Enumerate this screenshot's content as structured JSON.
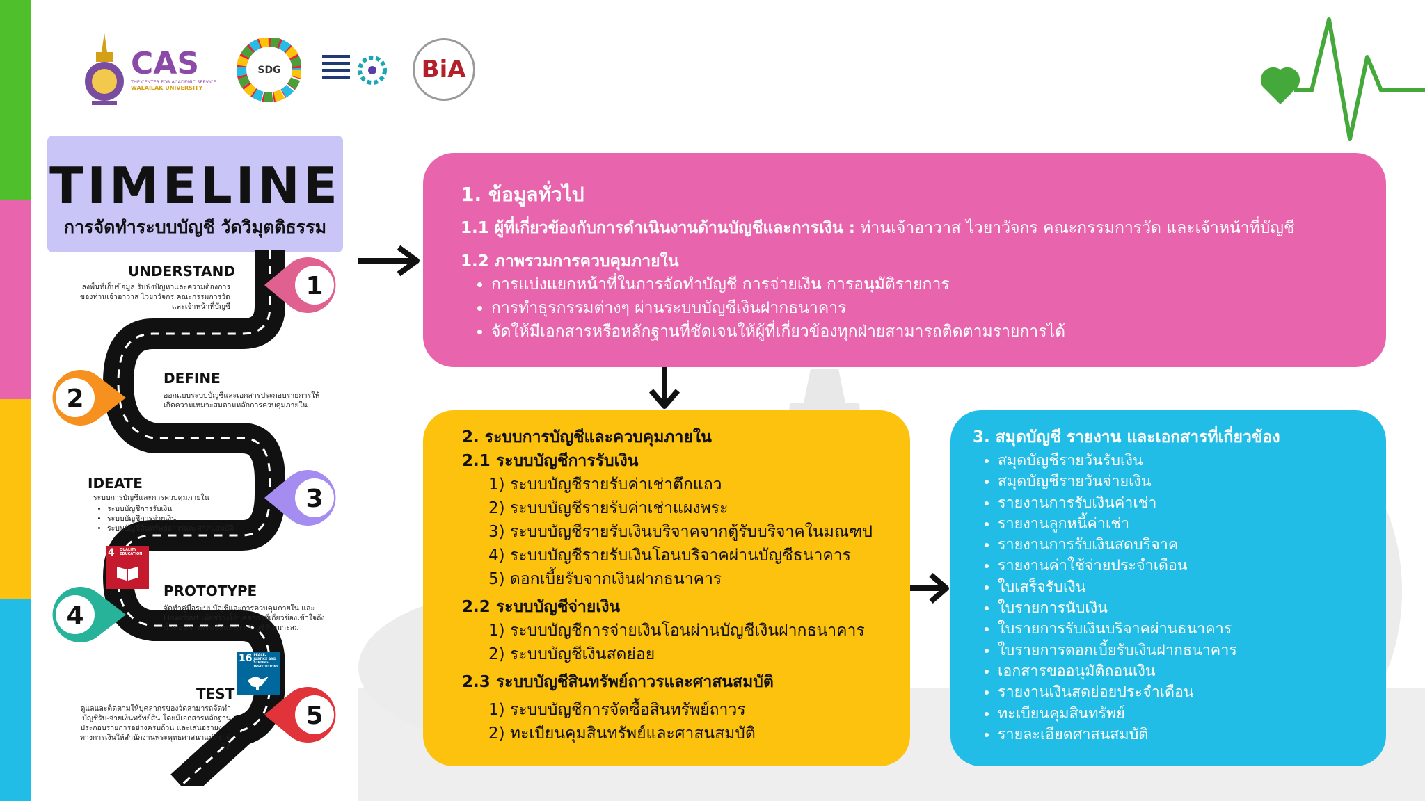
{
  "colors": {
    "stripe_green": "#4fbf2c",
    "stripe_pink": "#e865ae",
    "stripe_yellow": "#fdc20e",
    "stripe_blue": "#22bde7",
    "heartbeat_green": "#44a83a",
    "pin_1": "#e0608f",
    "pin_2": "#f6901e",
    "pin_3": "#a58cf0",
    "pin_4": "#27b39a",
    "pin_5": "#e0333a"
  },
  "logos": {
    "cas": "CAS",
    "cas_sub1": "THE CENTER FOR ACADEMIC SERVICE",
    "cas_sub2": "WALAILAK UNIVERSITY",
    "sdg": "SDG",
    "bia": "BiA"
  },
  "title_card": {
    "title": "TIMELINE",
    "subtitle": "การจัดทำระบบบัญชี วัดวิมุตติธรรม"
  },
  "steps": [
    {
      "number": "1",
      "title": "UNDERSTAND",
      "desc": "ลงพื้นที่เก็บข้อมูล รับฟังปัญหาและความต้องการของท่านเจ้าอาวาส ไวยาวัจกร คณะกรรมการวัด และเจ้าหน้าที่บัญชี"
    },
    {
      "number": "2",
      "title": "DEFINE",
      "desc": "ออกแบบระบบบัญชีและเอกสารประกอบรายการให้เกิดความเหมาะสมตามหลักการควบคุมภายใน"
    },
    {
      "number": "3",
      "title": "IDEATE",
      "desc": "ระบบการบัญชีและการควบคุมภายใน",
      "bullets": [
        "ระบบบัญชีการรับเงิน",
        "ระบบบัญชีการจ่ายเงิน",
        "ระบบบัญชีสินทรัพย์ถาวรและศาสนสมบัติ"
      ]
    },
    {
      "number": "4",
      "title": "PROTOTYPE",
      "desc": "จัดทำคู่มือระบบบัญชีและการควบคุมภายใน และ Flowchart เพื่อสร้างให้บุคลากรที่เกี่ยวข้องเข้าใจถึงขั้นตอนทางการเงินและการบัญชีที่เหมาะสม"
    },
    {
      "number": "5",
      "title": "TEST",
      "desc": "ดูแลและติดตามให้บุคลากรของวัดสามารถจัดทำบัญชีรับ-จ่ายเงินทรัพย์สิน โดยมีเอกสารหลักฐานประกอบรายการอย่างครบถ้วน และเสนอรายงานทางการเงินให้สำนักงานพระพุทธศาสนาแห่งชาติได้"
    }
  ],
  "sdg_badges": {
    "quality_education": {
      "number": "4",
      "label": "QUALITY EDUCATION"
    },
    "peace_justice": {
      "number": "16",
      "label": "PEACE, JUSTICE AND STRONG INSTITUTIONS"
    }
  },
  "section1": {
    "heading": "1. ข้อมูลทั่วไป",
    "l11_bold": "1.1 ผู้ที่เกี่ยวข้องกับการดำเนินงานด้านบัญชีและการเงิน :",
    "l11_rest": " ท่านเจ้าอาวาส ไวยาวัจกร คณะกรรมการวัด และเจ้าหน้าที่บัญชี",
    "l12": "1.2 ภาพรวมการควบคุมภายใน",
    "bullets": [
      "การแบ่งแยกหน้าที่ในการจัดทำบัญชี การจ่ายเงิน การอนุมัติรายการ",
      "การทำธุรกรรมต่างๆ ผ่านระบบบัญชีเงินฝากธนาคาร",
      "จัดให้มีเอกสารหรือหลักฐานที่ชัดเจนให้ผู้ที่เกี่ยวข้องทุกฝ่ายสามารถติดตามรายการได้"
    ]
  },
  "section2": {
    "heading": "2. ระบบการบัญชีและควบคุมภายใน",
    "sub1": "2.1 ระบบบัญชีการรับเงิน",
    "items1": [
      "1) ระบบบัญชีรายรับค่าเช่าตึกแถว",
      "2) ระบบบัญชีรายรับค่าเช่าแผงพระ",
      "3) ระบบบัญชีรายรับเงินบริจาคจากตู้รับบริจาคในมณฑป",
      "4) ระบบบัญชีรายรับเงินโอนบริจาคผ่านบัญชีธนาคาร",
      "5) ดอกเบี้ยรับจากเงินฝากธนาคาร"
    ],
    "sub2": "2.2 ระบบบัญชีจ่ายเงิน",
    "items2": [
      "1) ระบบบัญชีการจ่ายเงินโอนผ่านบัญชีเงินฝากธนาคาร",
      "2) ระบบบัญชีเงินสดย่อย"
    ],
    "sub3": "2.3 ระบบบัญชีสินทรัพย์ถาวรและศาสนสมบัติ",
    "items3": [
      "1) ระบบบัญชีการจัดซื้อสินทรัพย์ถาวร",
      "2) ทะเบียนคุมสินทรัพย์และศาสนสมบัติ"
    ]
  },
  "section3": {
    "heading": "3. สมุดบัญชี รายงาน และเอกสารที่เกี่ยวข้อง",
    "bullets": [
      "สมุดบัญชีรายวันรับเงิน",
      "สมุดบัญชีรายวันจ่ายเงิน",
      "รายงานการรับเงินค่าเช่า",
      "รายงานลูกหนี้ค่าเช่า",
      "รายงานการรับเงินสดบริจาค",
      "รายงานค่าใช้จ่ายประจำเดือน",
      "ใบเสร็จรับเงิน",
      "ใบรายการนับเงิน",
      "ใบรายการรับเงินบริจาคผ่านธนาคาร",
      "ใบรายการดอกเบี้ยรับเงินฝากธนาคาร",
      "เอกสารขออนุมัติถอนเงิน",
      "รายงานเงินสดย่อยประจำเดือน",
      "ทะเบียนคุมสินทรัพย์",
      "รายละเอียดศาสนสมบัติ"
    ]
  }
}
